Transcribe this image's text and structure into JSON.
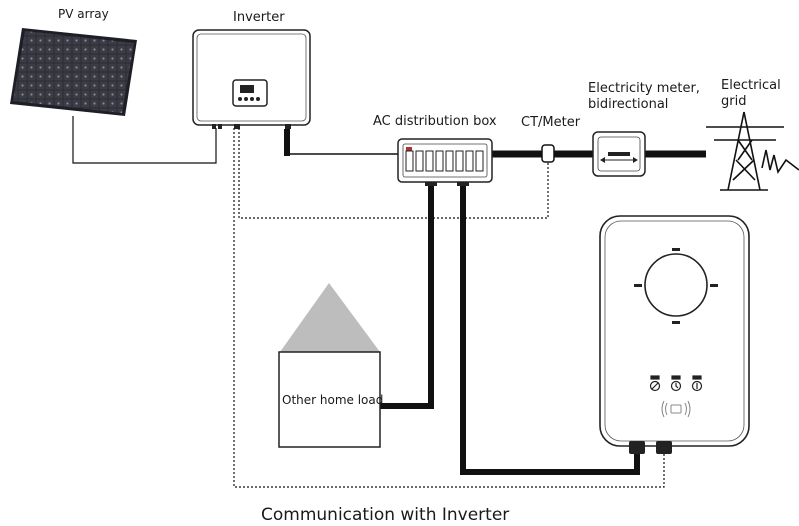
{
  "labels": {
    "pv_array": "PV array",
    "inverter": "Inverter",
    "ac_box": "AC distribution box",
    "ct_meter": "CT/Meter",
    "meter_line1": "Electricity meter,",
    "meter_line2": "bidirectional",
    "grid_line1": "Electrical",
    "grid_line2": "grid",
    "home_load": "Other home load",
    "caption": "Communication with Inverter"
  },
  "colors": {
    "line": "#111111",
    "panel": "#2b2b33",
    "roof": "#bdbdbd"
  }
}
